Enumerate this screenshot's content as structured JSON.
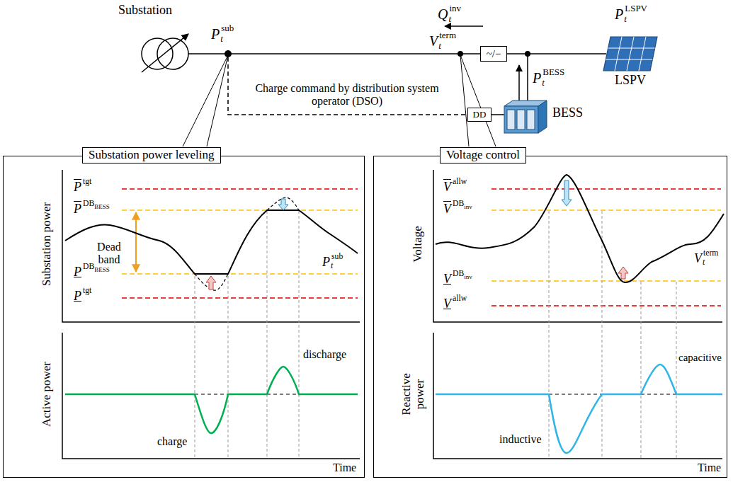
{
  "diagram": {
    "nodes": [
      {
        "text": [
          "~/−"
        ]
      },
      {
        "text": [
          "DD"
        ]
      },
      {
        "text": [
          "Substation power leveling"
        ]
      },
      {
        "text": [
          "Voltage control"
        ]
      }
    ],
    "labels": [
      "Substation",
      "P",
      "t",
      "sub",
      "Q",
      "t",
      "inv",
      "V",
      "t",
      "term",
      "P",
      "t",
      "LSPV",
      "LSPV",
      "P",
      "t",
      "BESS",
      "BESS",
      "Charge command by distribution system operator (DSO)",
      "Substation power",
      "P",
      "tgt",
      "P",
      "DB",
      "BESS",
      "Dead band",
      "P",
      "DB",
      "BESS",
      "P",
      "tgt",
      "P",
      "t",
      "sub",
      "Active power",
      "charge",
      "discharge",
      "Time",
      "Voltage",
      "V",
      "allw",
      "V",
      "DB",
      "inv",
      "V",
      "t",
      "term",
      "V",
      "DB",
      "inv",
      "V",
      "allw",
      "Reactive power",
      "inductive",
      "capacitive",
      "Time"
    ]
  }
}
